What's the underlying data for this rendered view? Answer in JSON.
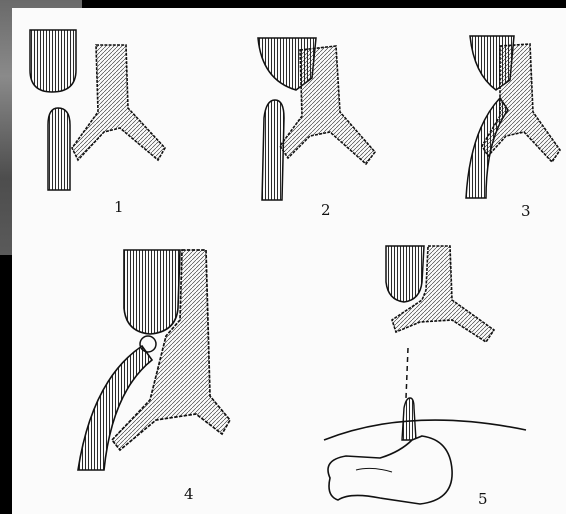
{
  "figure": {
    "panels": [
      {
        "id": 1,
        "label": "1"
      },
      {
        "id": 2,
        "label": "2"
      },
      {
        "id": 3,
        "label": "3"
      },
      {
        "id": 4,
        "label": "4"
      },
      {
        "id": 5,
        "label": "5"
      }
    ]
  },
  "colors": {
    "ink": "#111111",
    "paper": "#fbfbfb",
    "background": "#000000"
  }
}
